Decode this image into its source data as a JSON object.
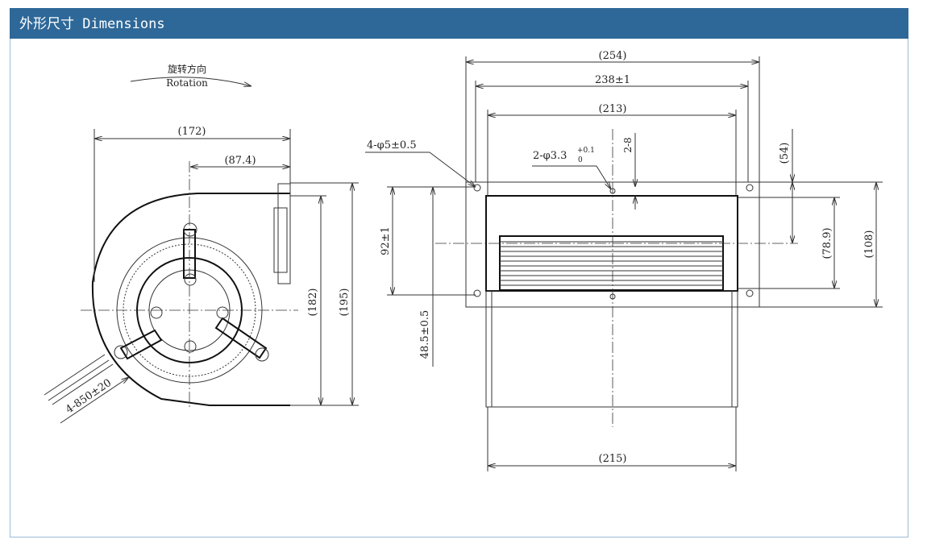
{
  "header": {
    "title": "外形尺寸 Dimensions"
  },
  "rotation": {
    "label_cn": "旋转方向",
    "label_en": "Rotation"
  },
  "side_view": {
    "width": "(172)",
    "offset": "(87.4)",
    "height_inner": "(182)",
    "height_outer": "(195)",
    "cable": "4-850±20"
  },
  "front_view": {
    "overall_width": "(254)",
    "hole_pitch": "238±1",
    "inner_width": "(213)",
    "bottom_width": "(215)",
    "hole_callout": "4-φ5±0.5",
    "small_hole_callout": "2-φ3.3",
    "small_hole_tol_upper": "+0.1",
    "small_hole_tol_lower": "0",
    "slot": "2-8",
    "vert_pitch": "92±1",
    "center_offset": "48.5±0.5",
    "top_offset": "(54)",
    "outlet_height": "(78.9)",
    "overall_height": "(108)"
  }
}
